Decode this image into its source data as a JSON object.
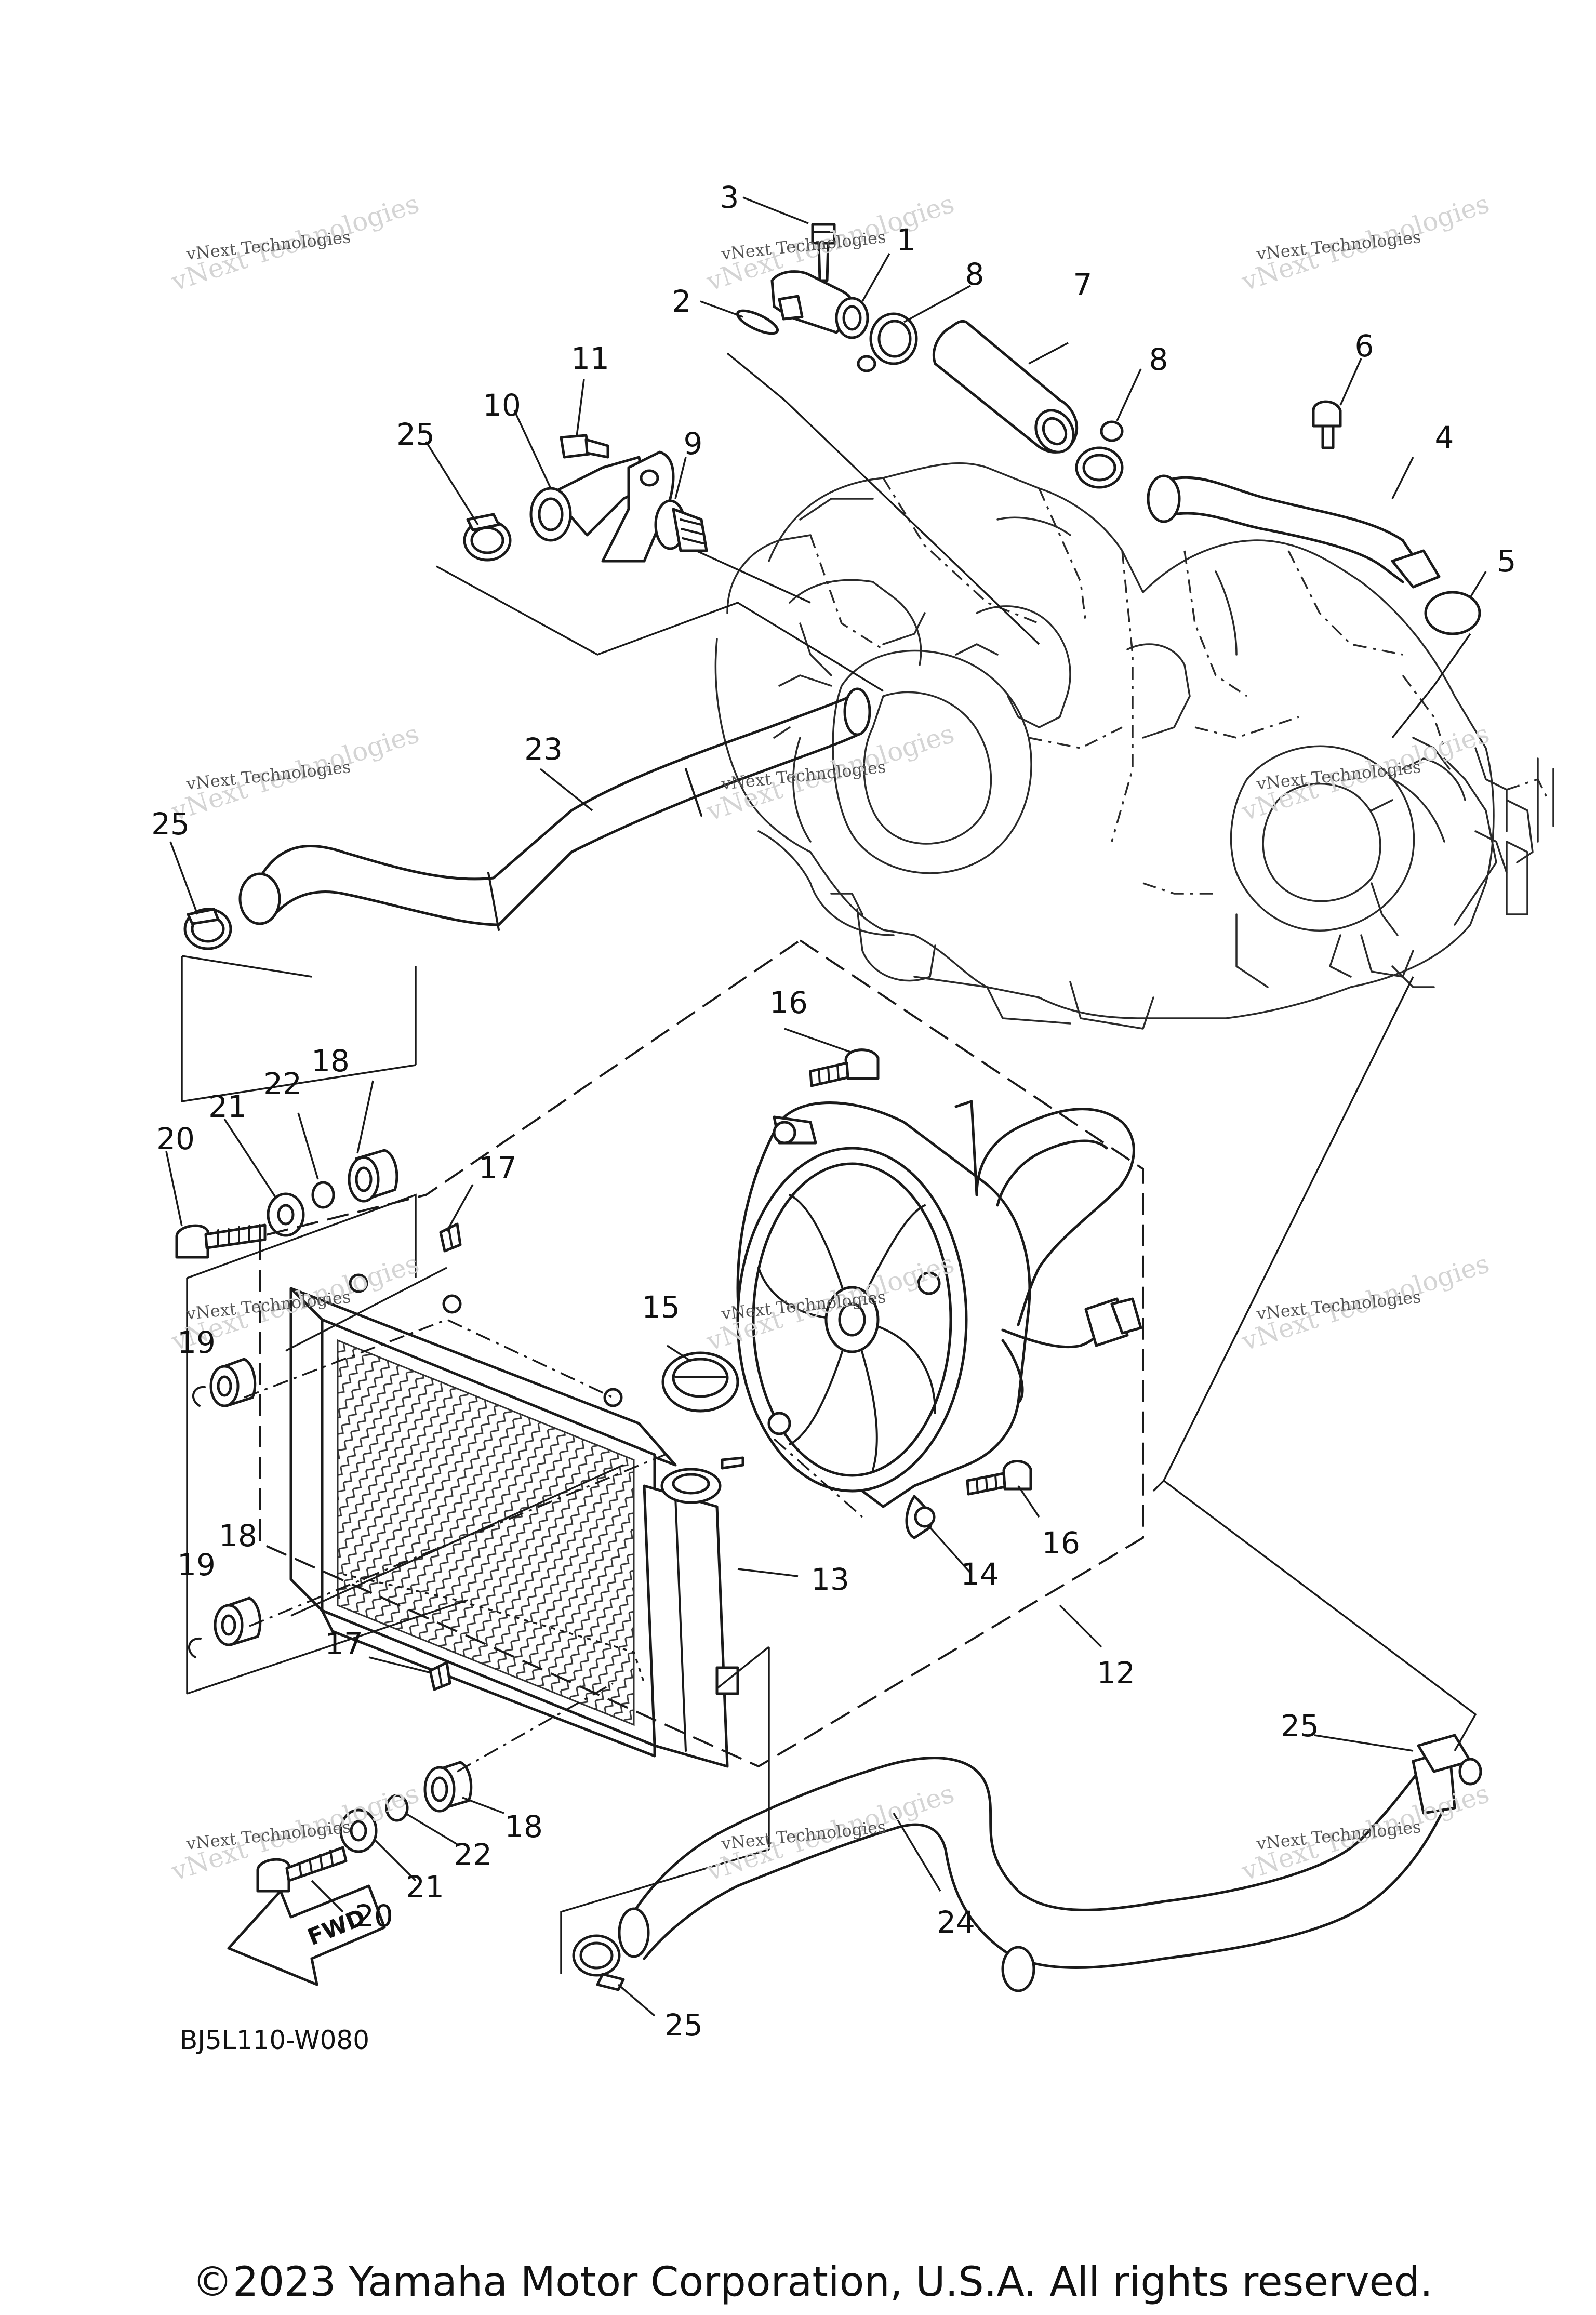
{
  "diagram": {
    "code": "BJ5L110-W080",
    "copyright": "©2023 Yamaha Motor Corporation, U.S.A. All rights reserved.",
    "fwd_label": "FWD",
    "watermark": {
      "line1": "vNext Technologies",
      "line2": "vNext Technologies"
    }
  },
  "callouts": [
    {
      "number": "1",
      "part": "thermostat-cover-fitting"
    },
    {
      "number": "2",
      "part": "o-ring"
    },
    {
      "number": "3",
      "part": "air-bleed-bolt"
    },
    {
      "number": "4",
      "part": "water-pump-outlet-pipe"
    },
    {
      "number": "5",
      "part": "o-ring"
    },
    {
      "number": "6",
      "part": "bolt"
    },
    {
      "number": "7",
      "part": "radiator-inlet-hose"
    },
    {
      "number": "8",
      "part": "hose-clamp"
    },
    {
      "number": "8",
      "part": "hose-clamp"
    },
    {
      "number": "9",
      "part": "thermostat"
    },
    {
      "number": "10",
      "part": "thermostat-housing"
    },
    {
      "number": "11",
      "part": "bolt"
    },
    {
      "number": "12",
      "part": "radiator-assembly"
    },
    {
      "number": "13",
      "part": "radiator"
    },
    {
      "number": "14",
      "part": "fan-motor-assembly"
    },
    {
      "number": "15",
      "part": "radiator-cap"
    },
    {
      "number": "16",
      "part": "bolt"
    },
    {
      "number": "16",
      "part": "bolt"
    },
    {
      "number": "17",
      "part": "nut"
    },
    {
      "number": "17",
      "part": "nut"
    },
    {
      "number": "18",
      "part": "damper"
    },
    {
      "number": "18",
      "part": "damper"
    },
    {
      "number": "18",
      "part": "damper"
    },
    {
      "number": "19",
      "part": "clip"
    },
    {
      "number": "19",
      "part": "clip"
    },
    {
      "number": "20",
      "part": "bolt"
    },
    {
      "number": "20",
      "part": "bolt"
    },
    {
      "number": "21",
      "part": "washer"
    },
    {
      "number": "21",
      "part": "washer"
    },
    {
      "number": "22",
      "part": "collar"
    },
    {
      "number": "22",
      "part": "collar"
    },
    {
      "number": "23",
      "part": "radiator-hose"
    },
    {
      "number": "24",
      "part": "radiator-outlet-hose"
    },
    {
      "number": "25",
      "part": "hose-clamp"
    },
    {
      "number": "25",
      "part": "hose-clamp"
    },
    {
      "number": "25",
      "part": "hose-clamp"
    },
    {
      "number": "25",
      "part": "hose-clamp"
    }
  ]
}
